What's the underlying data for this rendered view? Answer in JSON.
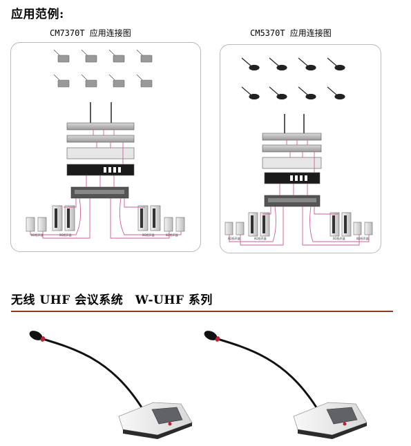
{
  "heading_examples": "应用范例:",
  "diagrams": [
    {
      "caption": "CM7370T 应用连接图"
    },
    {
      "caption": "CM5370T 应用连接图"
    }
  ],
  "series_heading": "无线 UHF 会议系统　W-UHF 系列",
  "colors": {
    "divider": "#8b3a1a",
    "cable": "#d05a9a",
    "panel_border": "#b8b8b8"
  }
}
